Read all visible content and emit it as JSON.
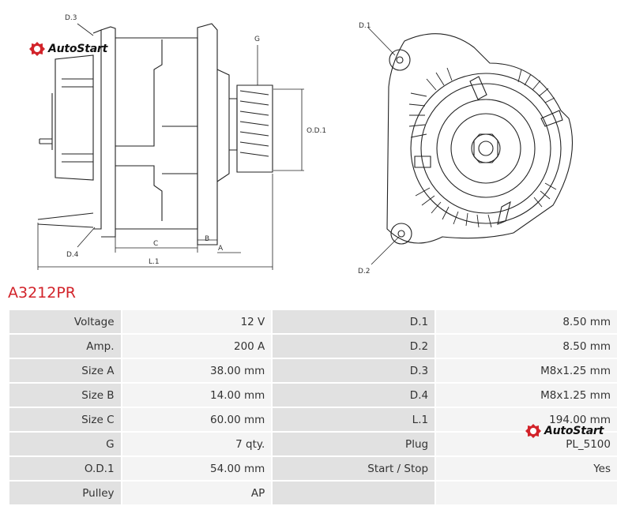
{
  "brand": {
    "name": "AutoStart",
    "accent": "#d2232a"
  },
  "part_number": "A3212PR",
  "diagram_labels": {
    "d3": "D.3",
    "d4": "D.4",
    "g": "G",
    "od1": "O.D.1",
    "c": "C",
    "b": "B",
    "a": "A",
    "l1": "L.1",
    "d1": "D.1",
    "d2": "D.2"
  },
  "specs": {
    "left": [
      {
        "label": "Voltage",
        "value": "12 V"
      },
      {
        "label": "Amp.",
        "value": "200 A"
      },
      {
        "label": "Size A",
        "value": "38.00 mm"
      },
      {
        "label": "Size B",
        "value": "14.00 mm"
      },
      {
        "label": "Size C",
        "value": "60.00 mm"
      },
      {
        "label": "G",
        "value": "7 qty."
      },
      {
        "label": "O.D.1",
        "value": "54.00 mm"
      },
      {
        "label": "Pulley",
        "value": "AP"
      }
    ],
    "right": [
      {
        "label": "D.1",
        "value": "8.50 mm"
      },
      {
        "label": "D.2",
        "value": "8.50 mm"
      },
      {
        "label": "D.3",
        "value": "M8x1.25 mm"
      },
      {
        "label": "D.4",
        "value": "M8x1.25 mm"
      },
      {
        "label": "L.1",
        "value": "194.00 mm"
      },
      {
        "label": "Plug",
        "value": "PL_5100"
      },
      {
        "label": "Start / Stop",
        "value": "Yes"
      },
      {
        "label": "",
        "value": ""
      }
    ]
  }
}
